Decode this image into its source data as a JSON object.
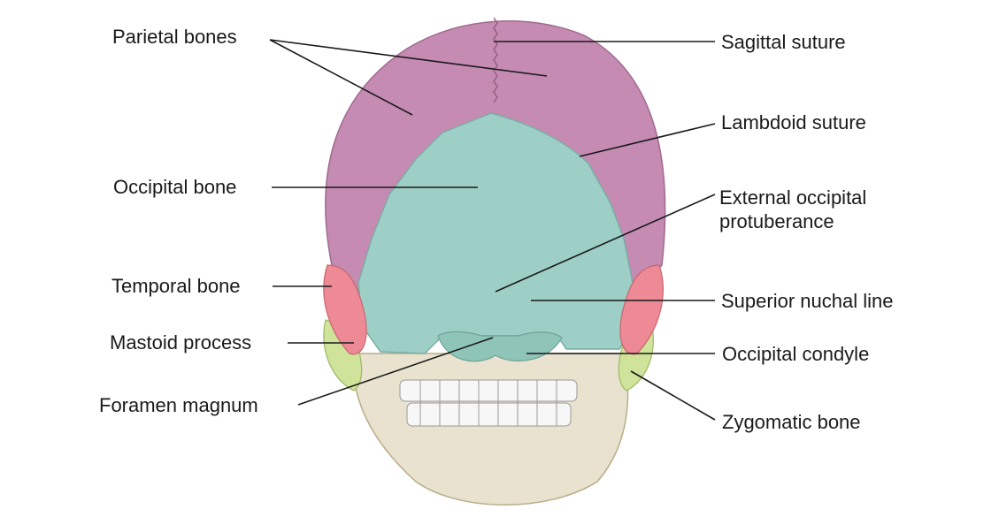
{
  "labels": {
    "parietal_bones": "Parietal bones",
    "occipital_bone": "Occipital bone",
    "temporal_bone": "Temporal bone",
    "mastoid_process": "Mastoid process",
    "foramen_magnum": "Foramen magnum",
    "sagittal_suture": "Sagittal suture",
    "lambdoid_suture": "Lambdoid suture",
    "external_occipital_protuberance_line1": "External occipital",
    "external_occipital_protuberance_line2": "protuberance",
    "superior_nuchal_line": "Superior nuchal line",
    "occipital_condyle": "Occipital condyle",
    "zygomatic_bone": "Zygomatic bone"
  },
  "colors": {
    "parietal": "#c58bb3",
    "occipital": "#9ecfc6",
    "temporal": "#ee8a95",
    "zygomatic": "#cfe39a",
    "bone_base": "#e8e2cf",
    "teeth": "#f4f4f4"
  }
}
